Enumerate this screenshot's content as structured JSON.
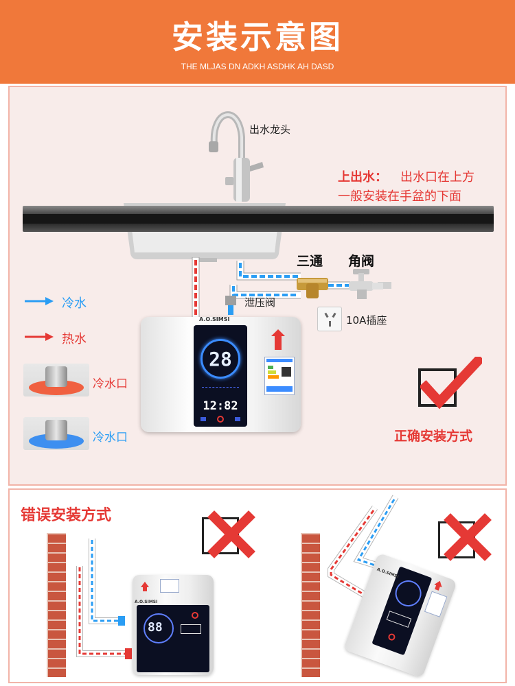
{
  "header": {
    "title": "安装示意图",
    "subtitle": "THE MLJAS DN ADKH ASDHK AH  DASD"
  },
  "correct": {
    "faucet_label": "出水龙头",
    "top_outlet_label": "上出水：",
    "top_outlet_desc1": "出水口在上方",
    "top_outlet_desc2": "一般安装在手盆的下面",
    "tee_label": "三通",
    "angle_valve_label": "角阀",
    "relief_valve_label": "泄压阀",
    "socket_label": "10A插座",
    "legend_cold": "冷水",
    "legend_hot": "热水",
    "port_red_label": "冷水口",
    "port_blue_label": "冷水口",
    "brand": "A.O.SIMSI",
    "display_temp": "28",
    "display_time": "12:82",
    "verdict": "正确安装方式"
  },
  "wrong": {
    "title": "错误安装方式",
    "mini_brand": "A.O.SIMSI",
    "mini_display": "88"
  },
  "colors": {
    "header": "#f0783a",
    "red": "#e53935",
    "blue": "#2a9df4",
    "brick": "#c9563f"
  }
}
